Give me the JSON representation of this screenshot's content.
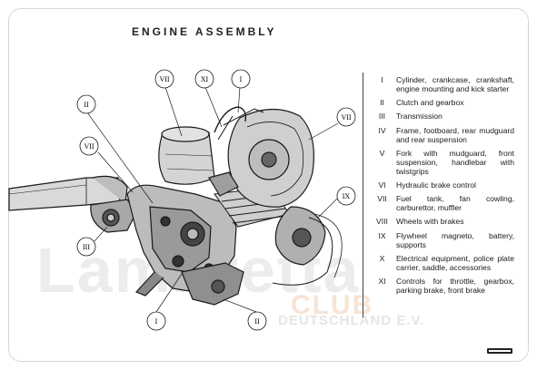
{
  "title": "ENGINE ASSEMBLY",
  "watermark": {
    "big": "Lambretta",
    "club": "CLUB",
    "country": "DEUTSCHLAND E.V."
  },
  "legend": [
    {
      "num": "I",
      "text": "Cylinder, crankcase, crankshaft, engine mounting and kick starter"
    },
    {
      "num": "II",
      "text": "Clutch and gearbox"
    },
    {
      "num": "III",
      "text": "Transmission"
    },
    {
      "num": "IV",
      "text": "Frame, footboard, rear mudguard and rear suspension"
    },
    {
      "num": "V",
      "text": "Fork with mudguard, front suspension, handlebar with twistgrips"
    },
    {
      "num": "VI",
      "text": "Hydraulic brake control"
    },
    {
      "num": "VII",
      "text": "Fuel tank, fan cowling, carburettor, muffler"
    },
    {
      "num": "VIII",
      "text": "Wheels with brakes"
    },
    {
      "num": "IX",
      "text": "Flywheel magneto, battery, supports"
    },
    {
      "num": "X",
      "text": "Electrical equipment, police plate carrier, saddle, accessories"
    },
    {
      "num": "XI",
      "text": "Controls for throttle, gearbox, parking brake, front brake"
    }
  ],
  "callouts": {
    "vii_top": "VII",
    "xi": "XI",
    "i_top": "I",
    "ii_left": "II",
    "vii_right": "VII",
    "vii_left": "VII",
    "ix": "IX",
    "iii": "III",
    "i_bottom": "I",
    "ii_bottom": "II"
  },
  "colors": {
    "ink": "#1a1a1a",
    "watermark_gray": "#e5e5e5",
    "watermark_orange": "#f6e4d6"
  }
}
